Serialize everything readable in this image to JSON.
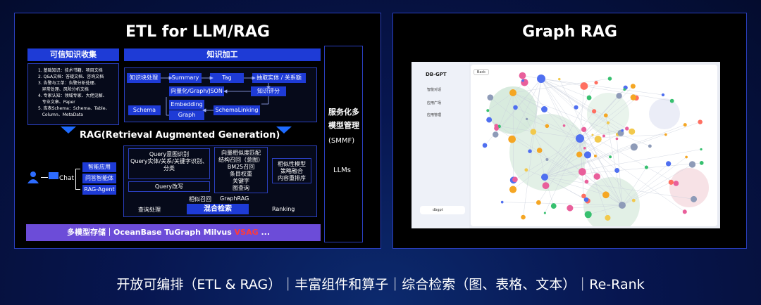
{
  "left_panel": {
    "title": "ETL for LLM/RAG",
    "collect_title": "可信知识收集",
    "collect_items": [
      "1. 基础知识：技术书籍、项目文档",
      "2. Q&A文档：答疑文档、咨询文档",
      "3. 告警与工单：告警分析处理、",
      "   异常处理、风险分析文档",
      "4. 专家认知：领域专家、大佬见解、",
      "   专业文章、Paper",
      "5. 库表Schema：Schema、Table、",
      "   Column、MetaData"
    ],
    "process_title": "知识加工",
    "process_nodes": {
      "chunk": "知识块处理",
      "summary": "Summary",
      "tag": "Tag",
      "extract": "抽取实体 / 关系额",
      "vectorize": "向量化/Graph/JSON",
      "score": "知识评分",
      "embedding": "Embedding",
      "graph": "Graph",
      "schema": "Schema",
      "schema_linking": "SchemaLinking"
    },
    "rag_title": "RAG(Retrieval Augmented Generation)",
    "rag_buttons": [
      "智能应用",
      "问答智能体",
      "RAG-Agent"
    ],
    "chat_label": "Chat",
    "query_box": "Query意图识别\nQuery实体/关系/关键字识别、分类",
    "query_rewrite": "Query改写",
    "recall_box": "向量相似度匹配\n结构召回（意图）\nBM25召回\n条目权重\n关键字\n图查询",
    "rank_box": "相似性模型\n策略融合\n内容重排序",
    "similar_recall": "相似召回",
    "graphrag": "GraphRAG",
    "query_process": "查询处理",
    "combined_search": "混合检索",
    "ranking": "Ranking",
    "storage_prefix": "多模型存储｜",
    "storage_items": "OceanBase TuGraph Milvus",
    "storage_vsag": "VSAG",
    "storage_suffix": "...",
    "service_title": "服务化多模型管理",
    "service_sub": "(SMMF)",
    "llms": "LLMs"
  },
  "right_panel": {
    "title": "Graph RAG",
    "app_logo": "DB-GPT",
    "back": "Back",
    "nav": [
      "智能对话",
      "应用广场",
      "应用管理"
    ],
    "user": "dbgpt"
  },
  "caption": "开放可编排（ETL & RAG）｜丰富组件和算子｜综合检索（图、表格、文本）｜Re-Rank",
  "colors": {
    "accent": "#1e3bd6",
    "storage_bar": "#6c4cd8",
    "vsag": "#ff3b3b"
  }
}
